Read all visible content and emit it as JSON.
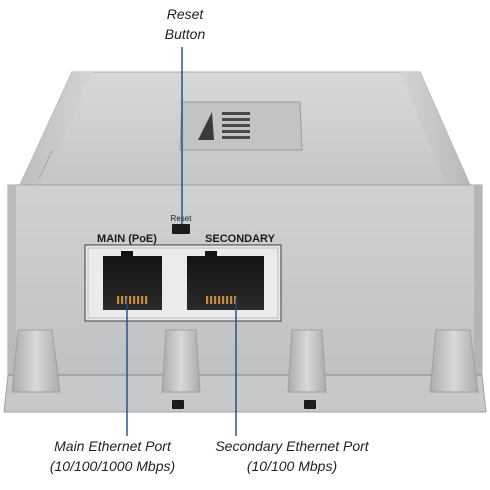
{
  "callouts": {
    "reset": {
      "line1": "Reset",
      "line2": "Button"
    },
    "main_port": {
      "line1": "Main Ethernet Port",
      "line2": "(10/100/1000 Mbps)"
    },
    "secondary_port": {
      "line1": "Secondary Ethernet Port",
      "line2": "(10/100 Mbps)"
    }
  },
  "device": {
    "reset_label": "Reset",
    "main_port_label": "MAIN (PoE)",
    "secondary_port_label": "SECONDARY",
    "body_color": "#c9cbcd",
    "port_panel_color": "#e8e8e8",
    "callout_line_color": "#1a4a8a",
    "pin_color": "#c98a3a"
  }
}
